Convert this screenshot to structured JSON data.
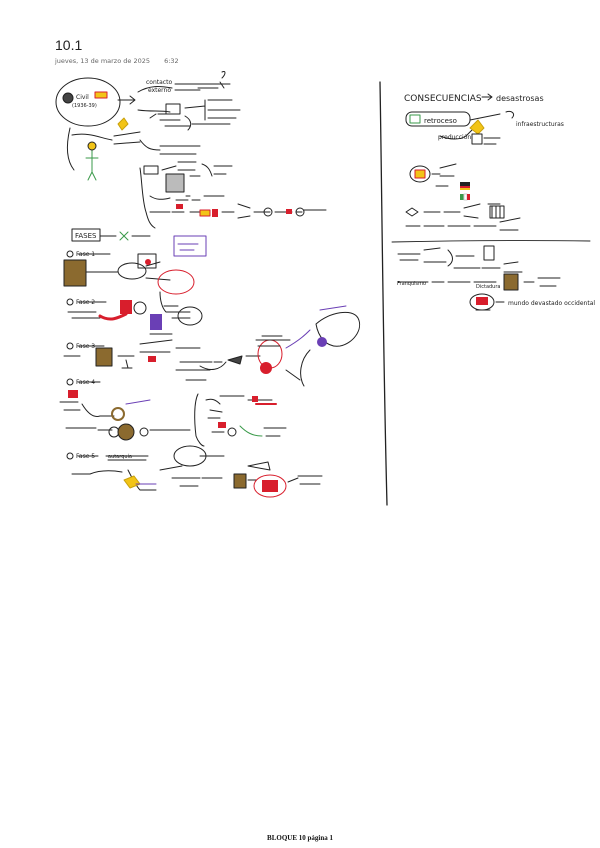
{
  "page": {
    "title": "10.1",
    "date": "jueves, 13 de marzo de 2025",
    "time": "6:32",
    "footer": "BLOQUE 10 página 1"
  },
  "notes": {
    "left": {
      "civil_label": "Civil",
      "civil_years": "(1936-39)",
      "contacto": "contacto",
      "externo": "externo",
      "fases": "FASES",
      "fase1": "Fase 1",
      "fase2": "Fase 2",
      "fase3": "Fase 3",
      "fase4": "Fase 4",
      "fase5": "Fase 5",
      "fase5_word": "autarquía"
    },
    "right": {
      "consecuencias": "CONSECUENCIAS",
      "desastres": "desastrosas",
      "retroceso": "retroceso",
      "infraestructuras": "infraestructuras",
      "produccion": "producción",
      "franquismo": "Franquismo",
      "dictadura": "Dictadura",
      "mundo": "mundo devastado occidental"
    }
  },
  "colors": {
    "ink": "#222222",
    "red": "#d81e2c",
    "purple": "#6a3fb5",
    "yellow": "#f2c417",
    "green": "#3a9a4a",
    "brown": "#8b6a2f"
  }
}
